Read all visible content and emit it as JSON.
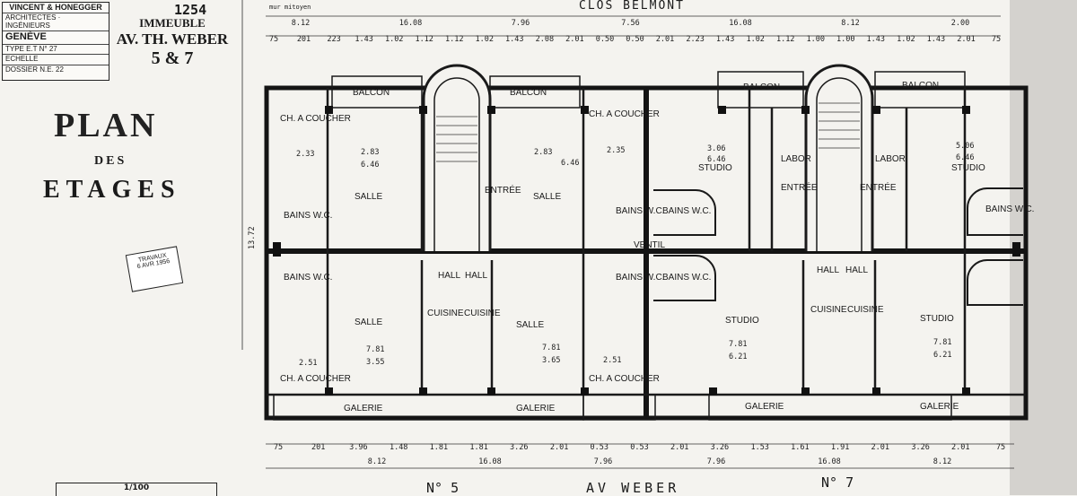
{
  "stamp": {
    "firm": "VINCENT & HONEGGER",
    "line2": "ARCHITECTES · INGÉNIEURS",
    "city": "GENÈVE",
    "type_line": "TYPE  E.T  N° 27",
    "scale_line": "ECHELLE",
    "dossier": "DOSSIER  N.E. 22"
  },
  "building": {
    "number": "1254",
    "label": "IMMEUBLE",
    "street": "AV. TH. WEBER",
    "houses": "5 & 7"
  },
  "title": {
    "plan": "PLAN",
    "des": "DES",
    "etages": "ETAGES"
  },
  "travaux": {
    "line1": "TRAVAUX",
    "line2": "6 AVR 1956"
  },
  "scale": "1/100",
  "top_street": "CLOS BELMONT",
  "bottom_street": "AV  WEBER",
  "house_left": "N° 5",
  "house_right": "N° 7",
  "top_note": "mur mitoyen",
  "top_dims": [
    "75",
    "201",
    "223",
    "1.43",
    "1.02",
    "1.12",
    "1.12",
    "1.02",
    "1.43",
    "2.08",
    "2.01",
    "0.50",
    "0.50",
    "2.01",
    "2.23",
    "1.43",
    "1.02",
    "1.12",
    "1.00",
    "1.00",
    "1.43",
    "1.02",
    "1.43",
    "2.01",
    "75"
  ],
  "top_totals": [
    "8.12",
    "16.08",
    "7.96",
    "7.56",
    "16.08",
    "8.12",
    "2.00"
  ],
  "bottom_dims": [
    "75",
    "201",
    "3.96",
    "1.48",
    "1.81",
    "1.81",
    "3.26",
    "2.01",
    "0.53",
    "0.53",
    "2.01",
    "3.26",
    "1.53",
    "1.61",
    "1.91",
    "2.01",
    "3.26",
    "2.01",
    "75"
  ],
  "bottom_totals": [
    "8.12",
    "16.08",
    "7.96",
    "7.96",
    "16.08",
    "8.12"
  ],
  "rooms": {
    "balcon": "BALCON",
    "ch_a_coucher": "CH. A COUCHER",
    "salle": "SALLE",
    "studio": "STUDIO",
    "galerie": "GALERIE",
    "cuisine": "CUISINE",
    "hall": "HALL",
    "bains": "BAINS W.C.",
    "entree": "ENTRÉE",
    "labo": "LABOR",
    "ventil": "VENTIL"
  },
  "areas": {
    "salle_top": [
      "2.83",
      "6.46"
    ],
    "salle_top2": [
      "2.83",
      "6.46"
    ],
    "studio_top": [
      "3.06",
      "6.46"
    ],
    "studio_top2": [
      "5.06",
      "6.46"
    ],
    "salle_bot": [
      "7.81",
      "3.55"
    ],
    "salle_bot2": [
      "7.81",
      "3.65"
    ],
    "studio_bot": [
      "7.81",
      "6.21"
    ],
    "studio_bot2": [
      "7.81",
      "6.21"
    ],
    "ch_top": "2.33",
    "ch_top2": "2.35",
    "ch_bot": "2.51",
    "ch_bot2": "2.51",
    "side_dim": "13.72"
  }
}
